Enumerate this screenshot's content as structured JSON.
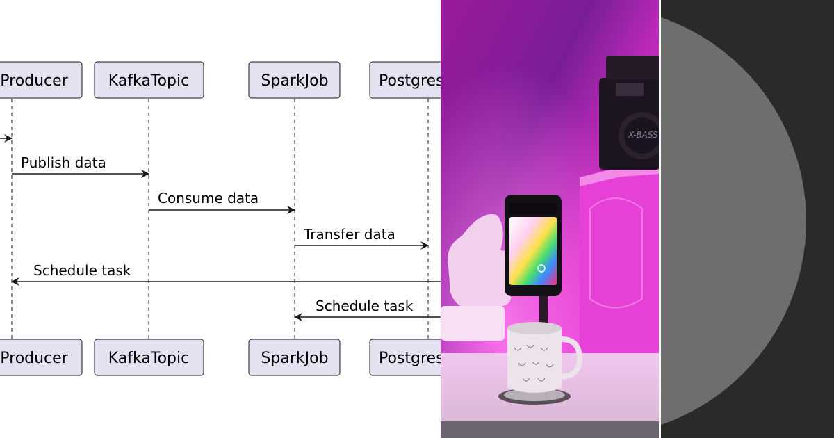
{
  "diagram": {
    "participants": [
      {
        "name": "Producer"
      },
      {
        "name": "KafkaTopic"
      },
      {
        "name": "SparkJob"
      },
      {
        "name": "Postgres"
      }
    ],
    "messages": [
      {
        "from": "external",
        "to": "Producer",
        "label": ""
      },
      {
        "from": "Producer",
        "to": "KafkaTopic",
        "label": "Publish data"
      },
      {
        "from": "KafkaTopic",
        "to": "SparkJob",
        "label": "Consume data"
      },
      {
        "from": "SparkJob",
        "to": "Postgres",
        "label": "Transfer data"
      },
      {
        "from": "external",
        "to": "Producer",
        "label": "Schedule task"
      },
      {
        "from": "external",
        "to": "SparkJob",
        "label": "Schedule task"
      }
    ]
  },
  "photo": {
    "speaker_brand": "X-BASS",
    "colors": {
      "wall": "#c01fb0",
      "accent": "#ff3ce0",
      "shelf": "#e8dce6"
    }
  },
  "circle_panel": {
    "colors": {
      "background": "#2a2a2a",
      "disc": "#6e6e6e"
    }
  }
}
